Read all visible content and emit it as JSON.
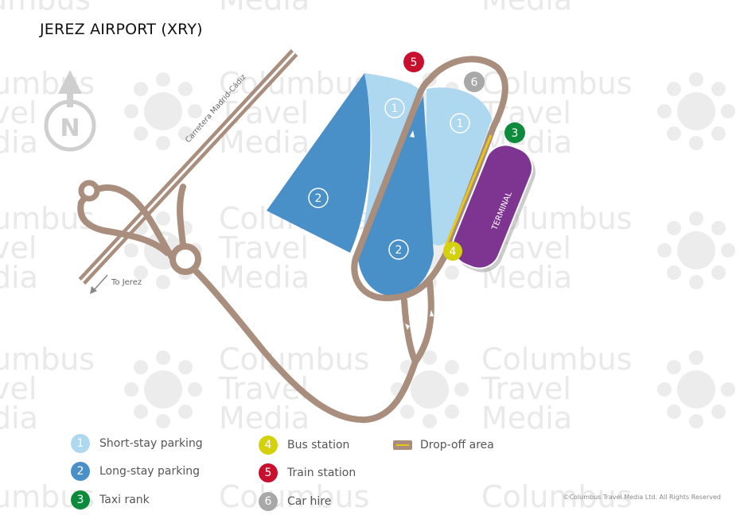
{
  "title": "JEREZ AIRPORT (XRY)",
  "road_label": "Carretera Madrid-Cádiz",
  "direction_label": "To Jerez",
  "compass_letter": "N",
  "terminal_label": "TERMINAL",
  "watermark": "Columbus Travel Media",
  "markers": {
    "short_stay_1": "1",
    "short_stay_2": "1",
    "long_stay_1": "2",
    "long_stay_2": "2",
    "taxi": "3",
    "bus": "4",
    "train": "5",
    "car_hire": "6"
  },
  "legend": [
    {
      "num": "1",
      "label": "Short-stay parking",
      "color": "#aed8f0"
    },
    {
      "num": "2",
      "label": "Long-stay parking",
      "color": "#4a90c8"
    },
    {
      "num": "3",
      "label": "Taxi rank",
      "color": "#0e8a3c"
    },
    {
      "num": "4",
      "label": "Bus station",
      "color": "#d4d10c"
    },
    {
      "num": "5",
      "label": "Train station",
      "color": "#c8102e"
    },
    {
      "num": "6",
      "label": "Car hire",
      "color": "#a8a8a8"
    }
  ],
  "dropoff_label": "Drop-off area",
  "copyright": "©Columbus Travel Media Ltd. All Rights Reserved",
  "colors": {
    "road": "#a98d7d",
    "short_stay": "#aed8f0",
    "long_stay": "#4a90c8",
    "terminal": "#7e3591",
    "dropoff": "#e8c814"
  }
}
